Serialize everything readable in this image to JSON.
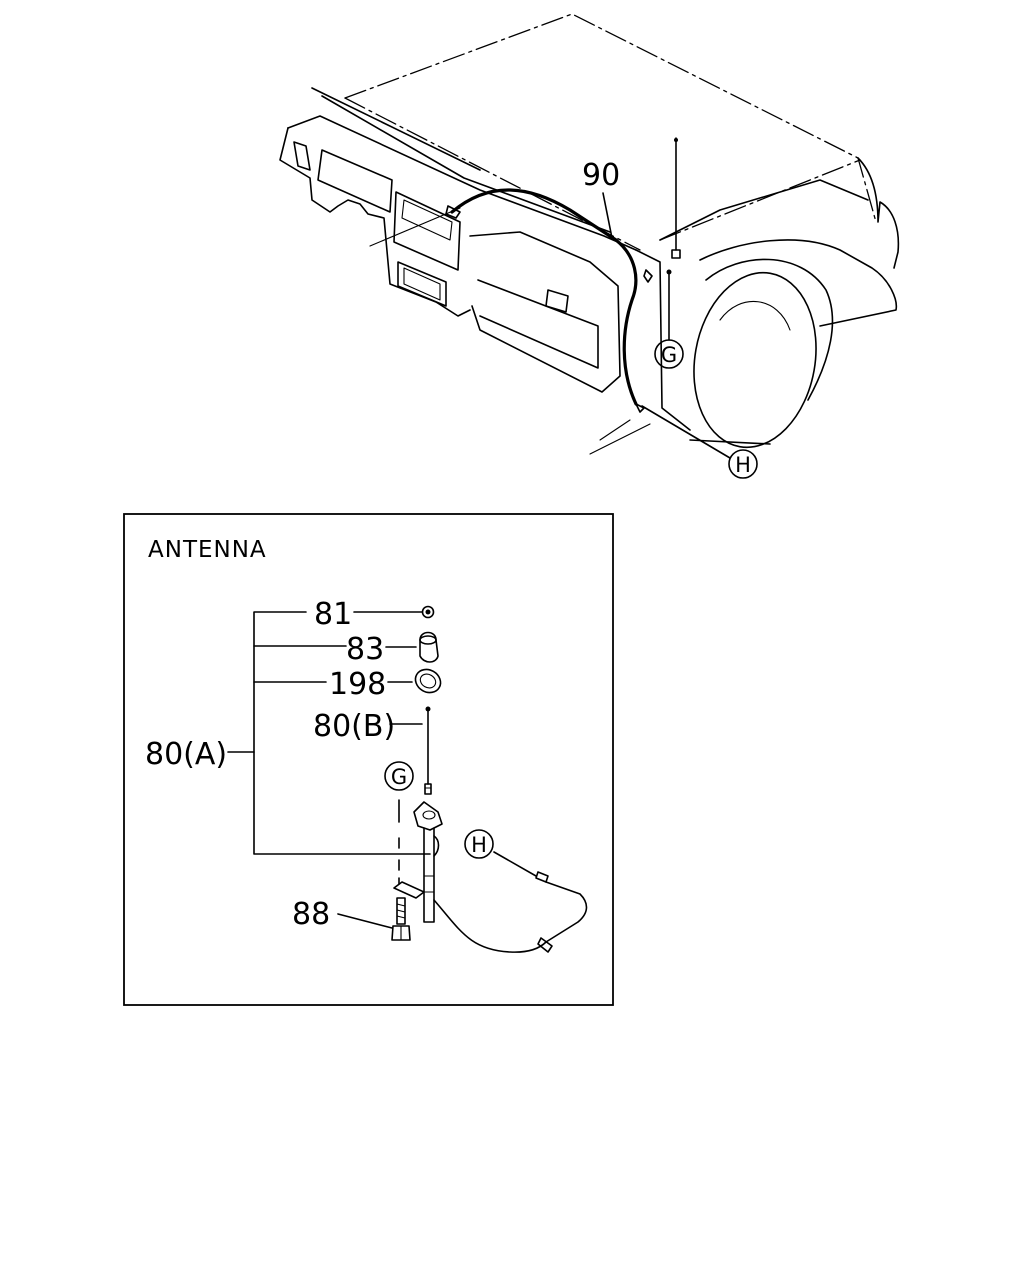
{
  "vehicle_view": {
    "callout_cable": "90",
    "ref_g": "G",
    "ref_h": "H"
  },
  "inset": {
    "title": "ANTENNA",
    "parts": {
      "cap": "81",
      "grommet": "83",
      "seal_ring": "198",
      "mast": "80(B)",
      "assembly": "80(A)",
      "bolt": "88"
    },
    "ref_g": "G",
    "ref_h": "H"
  }
}
